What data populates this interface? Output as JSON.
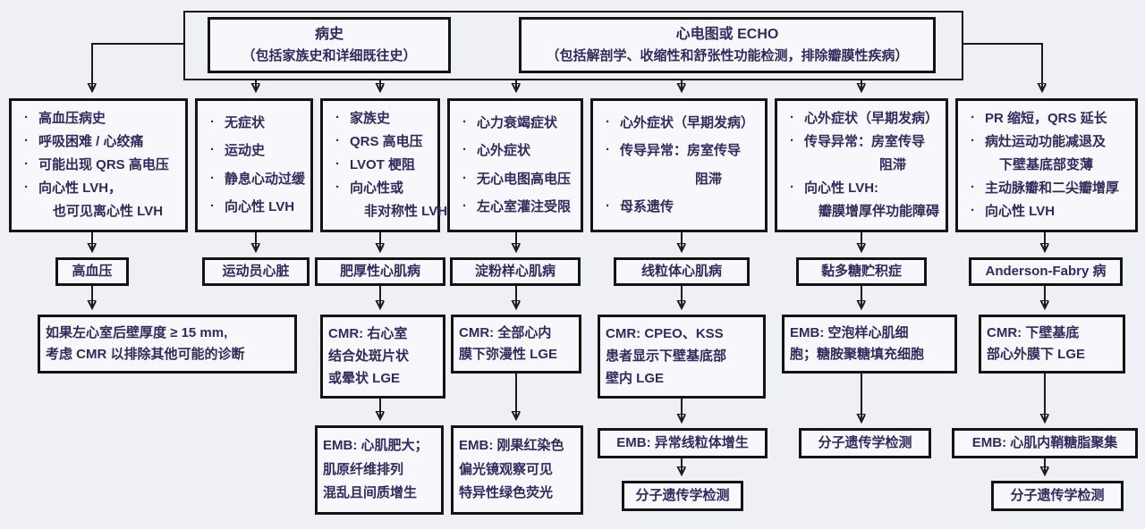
{
  "page": {
    "background_color": "#eef0f6",
    "box_border_color": "#141414",
    "text_color": "#322a5a"
  },
  "top": {
    "history": {
      "title": "病史",
      "subtitle": "（包括家族史和详细既往史）"
    },
    "echo": {
      "title": "心电图或 ECHO",
      "subtitle": "（包括解剖学、收缩性和舒张性功能检测，排除瓣膜性疾病）"
    }
  },
  "criteria": {
    "c1": {
      "l0": "高血压病史",
      "l1": "呼吸困难 / 心绞痛",
      "l2": "可能出现 QRS 高电压",
      "l3": "向心性 LVH，",
      "l4": "也可见离心性 LVH"
    },
    "c2": {
      "l0": "无症状",
      "l1": "运动史",
      "l2": "静息心动过缓",
      "l3": "向心性 LVH"
    },
    "c3": {
      "l0": "家族史",
      "l1": "QRS 高电压",
      "l2": "LVOT 梗阻",
      "l3": "向心性或",
      "l4": "非对称性 LVH"
    },
    "c4": {
      "l0": "心力衰竭症状",
      "l1": "心外症状",
      "l2": "无心电图高电压",
      "l3": "左心室灌注受限"
    },
    "c5": {
      "l0": "心外症状（早期发病）",
      "l1": "传导异常：房室传导",
      "l2": "阻滞",
      "l3": "母系遗传"
    },
    "c6": {
      "l0": "心外症状（早期发病）",
      "l1": "传导异常：房室传导",
      "l2": "阻滞",
      "l3": "向心性 LVH:",
      "l4": "瓣膜增厚伴功能障碍"
    },
    "c7": {
      "l0": "PR 缩短，QRS 延长",
      "l1": "病灶运动功能减退及",
      "l2": "下壁基底部变薄",
      "l3": "主动脉瓣和二尖瓣增厚",
      "l4": "向心性 LVH"
    }
  },
  "diagnosis": {
    "d1": "高血压",
    "d2": "运动员心脏",
    "d3": "肥厚性心肌病",
    "d4": "淀粉样心肌病",
    "d5": "线粒体心肌病",
    "d6": "黏多糖贮积症",
    "d7": "Anderson-Fabry 病"
  },
  "tests": {
    "note1": {
      "l0": "如果左心室后壁厚度 ≥ 15 mm,",
      "l1": "考虑 CMR 以排除其他可能的诊断"
    },
    "cmr3": {
      "l0": "CMR: 右心室",
      "l1": "结合处斑片状",
      "l2": "或晕状 LGE"
    },
    "cmr4": {
      "l0": "CMR: 全部心内",
      "l1": "膜下弥漫性 LGE"
    },
    "cmr5": {
      "l0": "CMR: CPEO、KSS",
      "l1": "患者显示下壁基底部",
      "l2": "壁内 LGE"
    },
    "emb6": {
      "l0": "EMB: 空泡样心肌细",
      "l1": "胞；糖胺聚糖填充细胞"
    },
    "cmr7": {
      "l0": "CMR: 下壁基底",
      "l1": "部心外膜下 LGE"
    },
    "emb3": {
      "l0": "EMB: 心肌肥大；",
      "l1": "肌原纤维排列",
      "l2": "混乱且间质增生"
    },
    "emb4": {
      "l0": "EMB: 刚果红染色",
      "l1": "偏光镜观察可见",
      "l2": "特异性绿色荧光"
    },
    "emb5": {
      "l0": "EMB: 异常线粒体增生"
    },
    "emb7": {
      "l0": "EMB: 心肌内鞘糖脂聚集"
    },
    "gen5": "分子遗传学检测",
    "gen6": "分子遗传学检测",
    "gen7": "分子遗传学检测"
  }
}
